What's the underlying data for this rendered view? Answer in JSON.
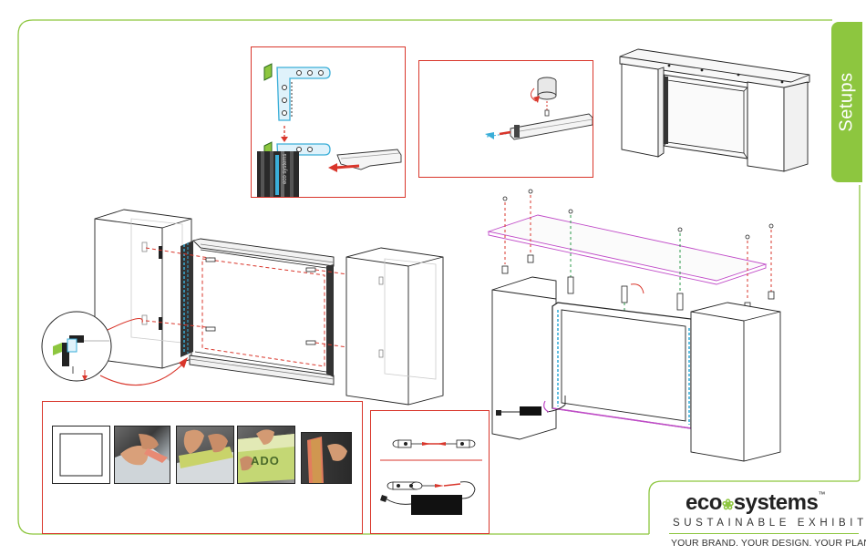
{
  "tab": {
    "label": "Setups"
  },
  "brand": {
    "name_left": "eco",
    "name_right": "systems",
    "trademark": "™",
    "subtitle": "SUSTAINABLE EXHIBITS",
    "tagline": "YOUR BRAND. YOUR DESIGN. YOUR PLANET."
  },
  "bracket_detail": {
    "side_text": "eco systems"
  },
  "photo_sequence": {
    "photo_3_text": "ADO"
  },
  "colors": {
    "accent_green": "#8dc63f",
    "callout_red": "#d9362b",
    "led_blue": "#3aaed8",
    "guide_magenta": "#c04bc8",
    "line_green": "#2b9a4a"
  }
}
